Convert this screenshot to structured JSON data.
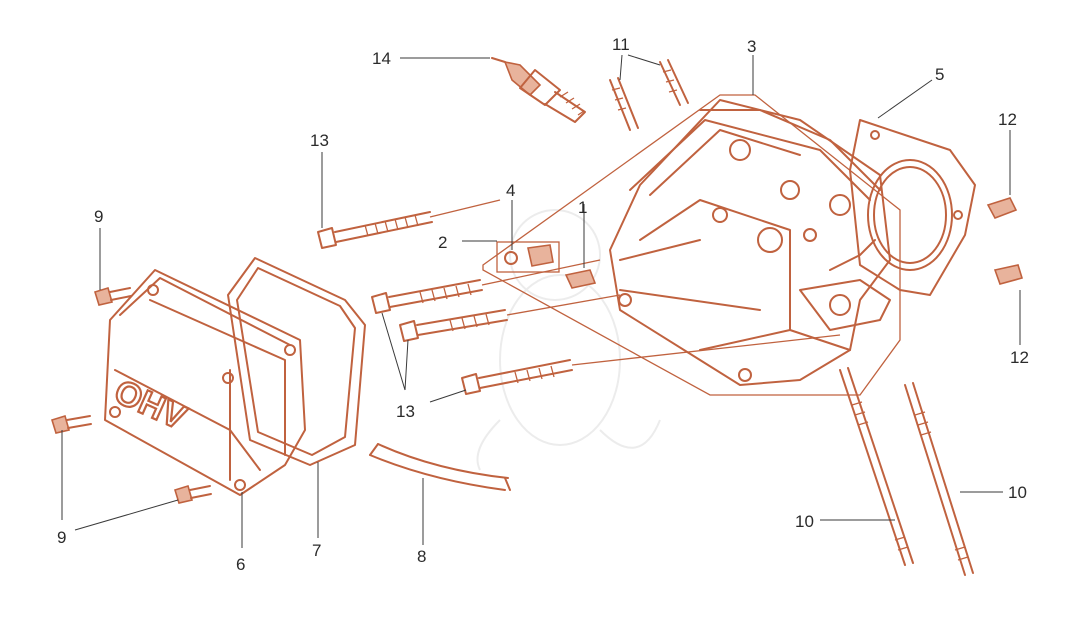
{
  "callouts": {
    "c1": "1",
    "c2": "2",
    "c3": "3",
    "c4": "4",
    "c5": "5",
    "c6": "6",
    "c7": "7",
    "c8": "8",
    "c9a": "9",
    "c9b": "9",
    "c10a": "10",
    "c10b": "10",
    "c11": "11",
    "c12a": "12",
    "c12b": "12",
    "c13a": "13",
    "c13b": "13",
    "c14": "14"
  },
  "cover_text": "OHV",
  "colors": {
    "line_art": "#c0623f",
    "label": "#2b2b2b",
    "background": "#ffffff"
  }
}
